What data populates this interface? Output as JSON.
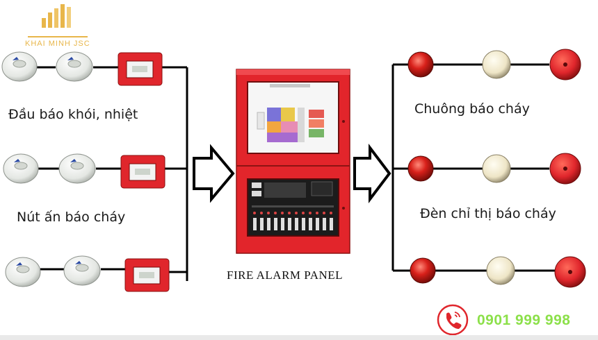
{
  "brand": {
    "name": "KHAI MINH JSC",
    "accent": "#e8b64a"
  },
  "input_groups": [
    {
      "label": "Đầu báo khói, nhiệt"
    },
    {
      "label": "Nút ấn báo cháy"
    },
    {
      "label": ""
    }
  ],
  "panel": {
    "label": "FIRE ALARM PANEL",
    "body_color": "#e2252b"
  },
  "output_groups": [
    {
      "label": "Chuông báo cháy"
    },
    {
      "label": "Đèn chỉ thị báo cháy"
    },
    {
      "label": ""
    }
  ],
  "contact": {
    "phone": "0901 999 998",
    "icon": "phone-icon",
    "color": "#8ce04a",
    "icon_color": "#e0262c"
  },
  "colors": {
    "line": "#000000",
    "alarm_red": "#e0262c",
    "detector": "#e9ece8",
    "lamp_cream": "#f1ead2"
  }
}
